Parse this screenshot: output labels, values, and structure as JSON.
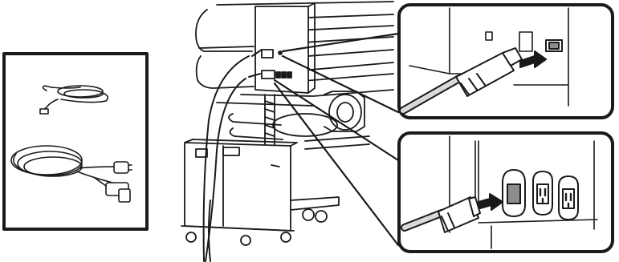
{
  "diagram": {
    "panels": {
      "accessories": {
        "items": [
          "usb-cable",
          "power-cable"
        ]
      },
      "usb_detail": {
        "icons": [
          "usb-connector",
          "insert-arrow",
          "usb-port"
        ]
      },
      "power_detail": {
        "icons": [
          "power-plug",
          "insert-arrow",
          "power-inlet",
          "ac-outlet",
          "ac-outlet"
        ]
      }
    },
    "colors": {
      "line": "#1a1a1a",
      "fill": "#ffffff",
      "shade": "#d9d9d9",
      "dark": "#8c8c8c"
    }
  }
}
